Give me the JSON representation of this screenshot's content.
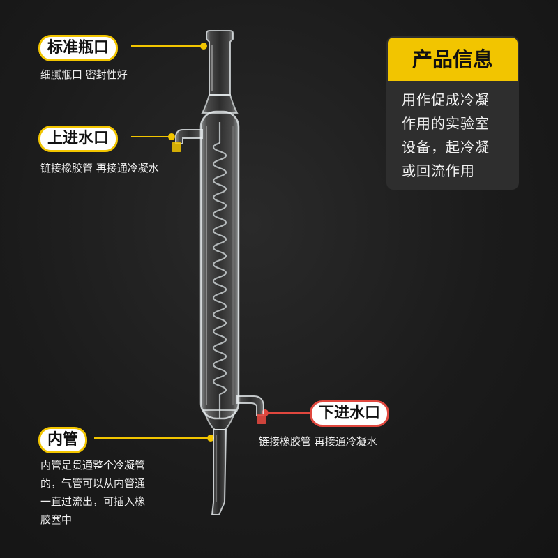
{
  "labels": {
    "neck": {
      "title": "标准瓶口",
      "desc": "细腻瓶口 密封性好"
    },
    "upper_inlet": {
      "title": "上进水口",
      "desc": "链接橡胶管 再接通冷凝水"
    },
    "lower_inlet": {
      "title": "下进水口",
      "desc": "链接橡胶管 再接通冷凝水"
    },
    "inner_tube": {
      "title": "内管",
      "desc_lines": [
        "内管是贯通整个冷凝管",
        "的，气管可以从内管通",
        "一直过流出，可插入橡",
        "胶塞中"
      ]
    }
  },
  "info_card": {
    "title": "产品信息",
    "lines": [
      "用作促成冷凝",
      "作用的实验室",
      "设备，起冷凝",
      "或回流作用"
    ]
  },
  "colors": {
    "accent_yellow": "#f2c500",
    "accent_red": "#e0473e",
    "background": "#1a1a1a"
  }
}
